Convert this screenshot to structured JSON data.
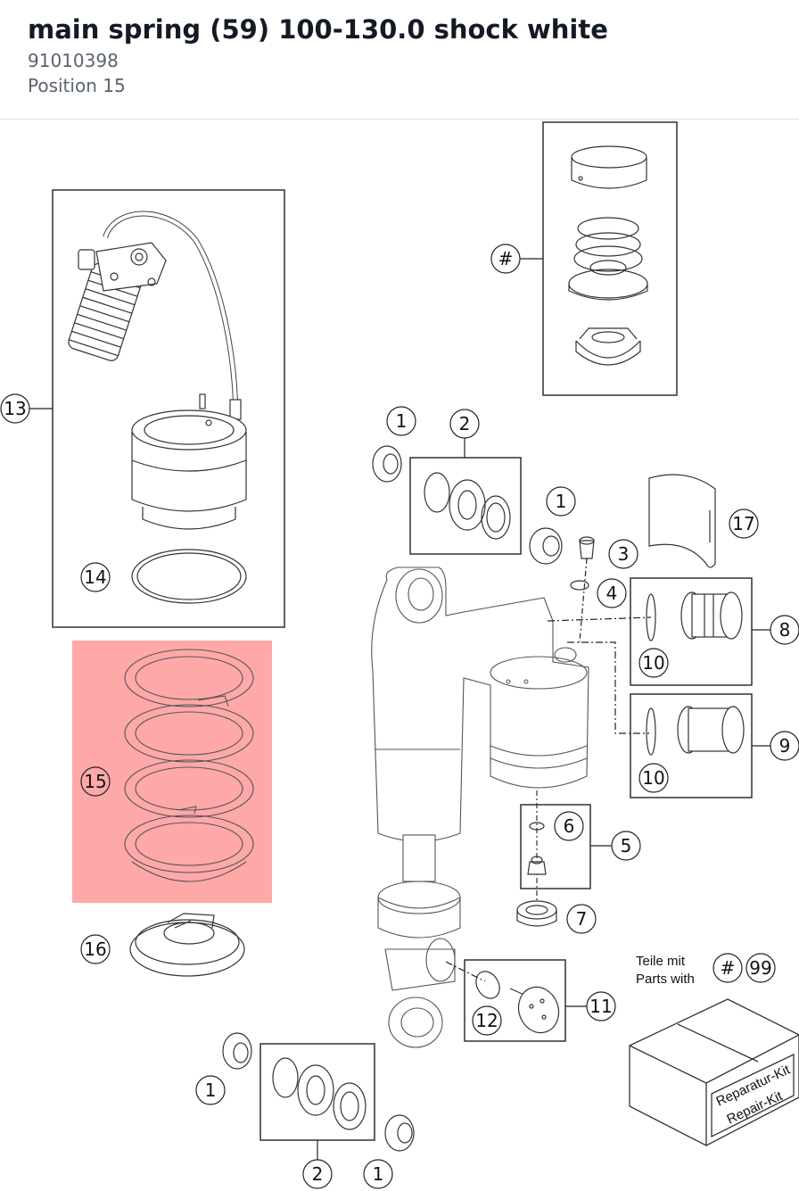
{
  "header": {
    "title": "main spring (59) 100-130.0 shock white",
    "part_number": "91010398",
    "position": "Position 15"
  },
  "diagram": {
    "highlight_color": "#ff9e9e",
    "callouts": {
      "c13": "13",
      "c14": "14",
      "c15": "15",
      "c16": "16",
      "c17": "17",
      "chash": "#",
      "c1a": "1",
      "c2a": "2",
      "c1b": "1",
      "c3": "3",
      "c4": "4",
      "c8": "8",
      "c10a": "10",
      "c9": "9",
      "c10b": "10",
      "c6": "6",
      "c5": "5",
      "c7": "7",
      "c11": "11",
      "c12": "12",
      "c1c": "1",
      "c2b": "2",
      "c1d": "1",
      "chash2": "#",
      "c99": "99"
    },
    "parts_note_line1": "Teile mit",
    "parts_note_line2": "Parts with",
    "kit_label_line1": "Reparatur-Kit",
    "kit_label_line2": "Repair-Kit"
  }
}
